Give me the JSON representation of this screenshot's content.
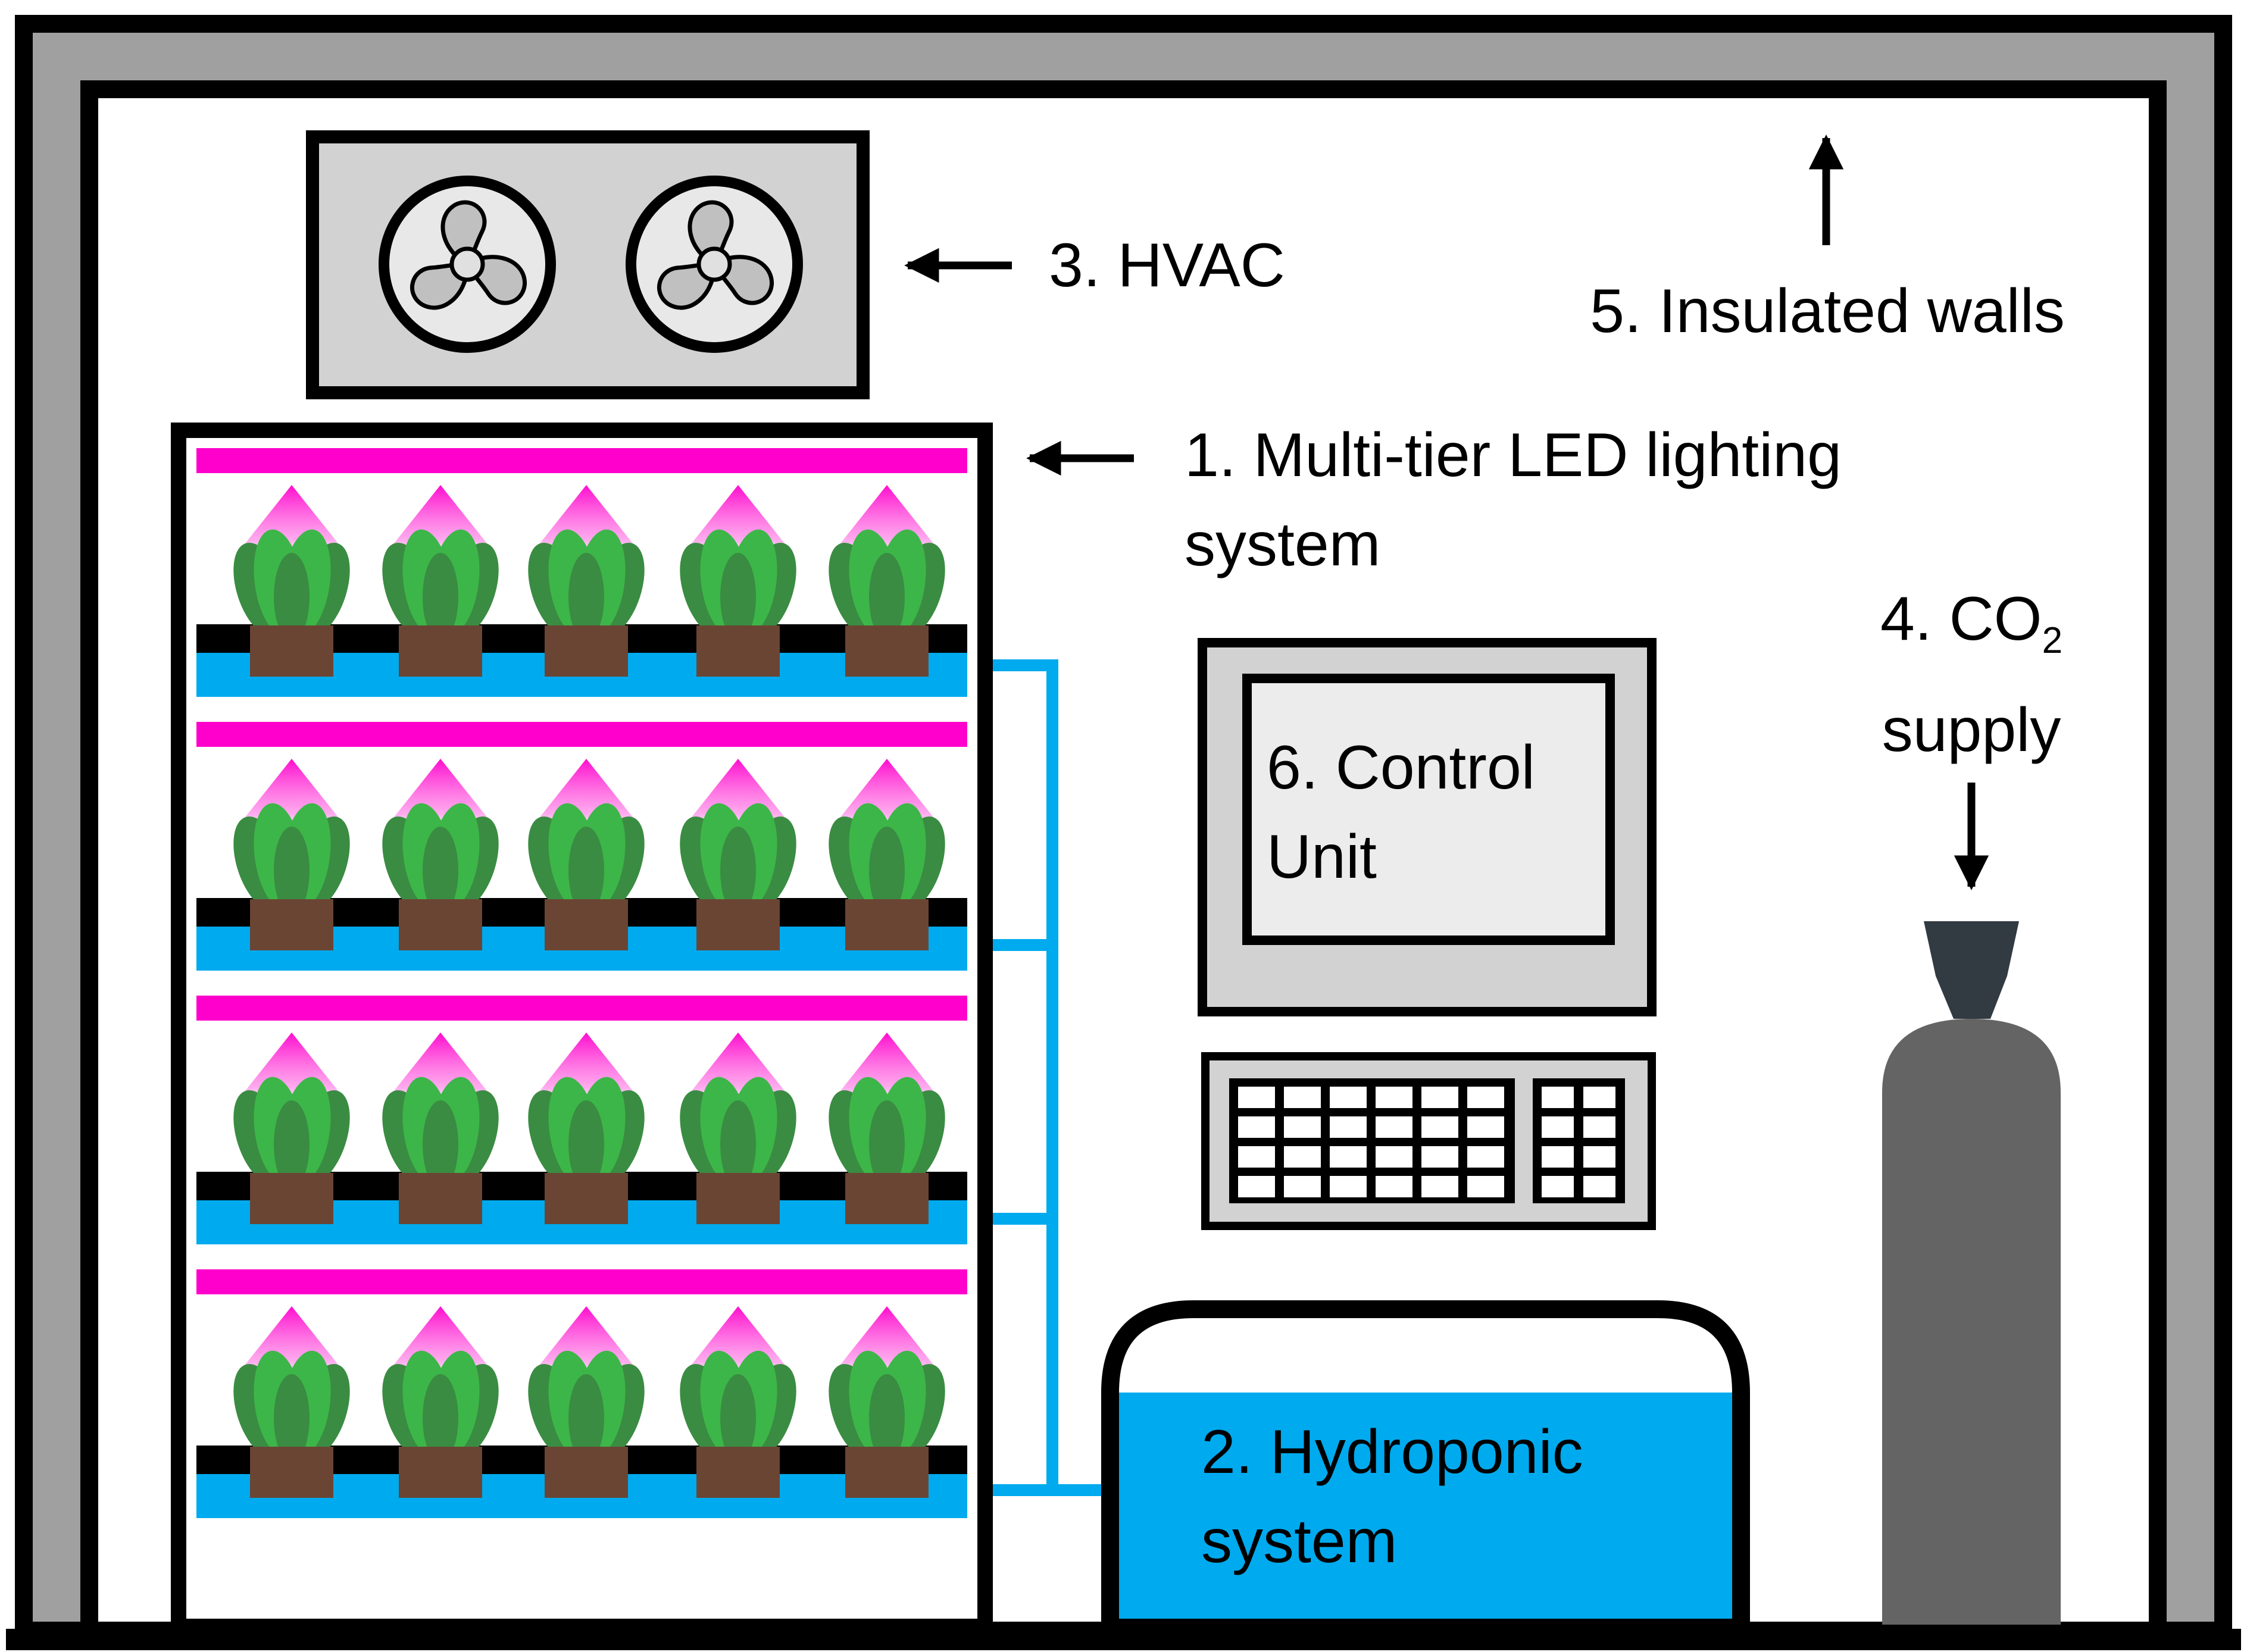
{
  "labels": {
    "hvac": "3. HVAC",
    "walls": "5. Insulated walls",
    "led_line1": "1. Multi-tier LED lighting",
    "led_line2": "system",
    "co2_prefix": "4. CO",
    "co2_sub": "2",
    "co2_line2": "supply",
    "control_line1": "6. Control",
    "control_line2": "Unit",
    "hydro_line1": "2. Hydroponic",
    "hydro_line2": "system"
  },
  "shelf": {
    "tiers": 4,
    "plants_per_tier": 5
  },
  "colors": {
    "wall": "#a0a0a0",
    "outline": "#000000",
    "led": "#ff00cc",
    "water": "#00aaee",
    "pot": "#6b4534",
    "leaf_dark": "#3a8c42",
    "leaf_light": "#3cb648",
    "hvac_panel": "#d2d2d2",
    "fan_face": "#e8e8e8",
    "monitor_frame": "#d2d2d2",
    "screen": "#ececec",
    "cylinder": "#646464",
    "valve": "#323a42"
  }
}
